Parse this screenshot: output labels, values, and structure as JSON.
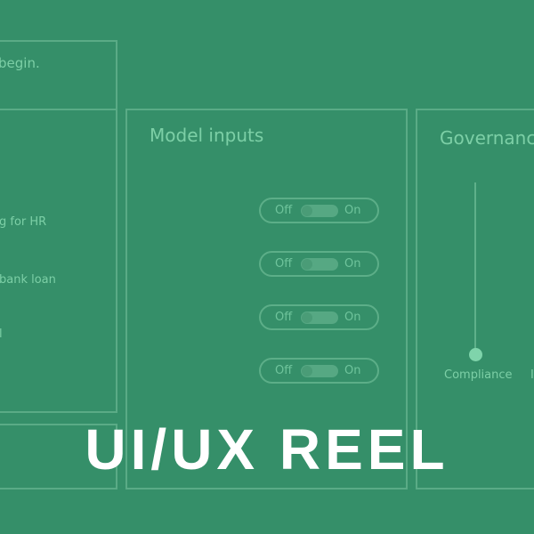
{
  "left": {
    "top_text": "begin.",
    "items": [
      "g for HR",
      "bank loan",
      "l"
    ]
  },
  "model_inputs": {
    "title": "Model inputs",
    "toggles": [
      {
        "off": "Off",
        "on": "On"
      },
      {
        "off": "Off",
        "on": "On"
      },
      {
        "off": "Off",
        "on": "On"
      },
      {
        "off": "Off",
        "on": "On"
      }
    ]
  },
  "governance": {
    "title": "Governanc",
    "labels": [
      "Compliance",
      "I"
    ]
  },
  "overlay_title": "UI/UX REEL"
}
